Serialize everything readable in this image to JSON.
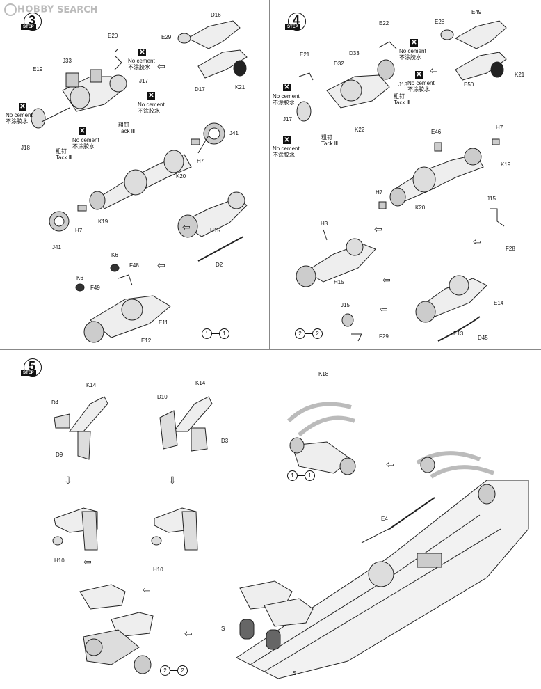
{
  "watermark": {
    "logo": "HOBBY",
    "text": "SEARCH"
  },
  "steps": {
    "s3": "3",
    "s4": "4",
    "s5": "5",
    "tag": "STEP"
  },
  "notes": {
    "no_cement": "No cement",
    "jp": "不涂胶水",
    "tack_cn": "粗钉",
    "tack": "Tack Ⅲ",
    "x": "✕"
  },
  "refs": {
    "one": "1",
    "two": "2"
  },
  "labels": {
    "E20": "E20",
    "E29": "E29",
    "D16": "D16",
    "J33": "J33",
    "E19": "E19",
    "J17": "J17",
    "D17": "D17",
    "K21": "K21",
    "J18": "J18",
    "J41": "J41",
    "H7": "H7",
    "K20": "K20",
    "K19": "K19",
    "H15": "H15",
    "D2": "D2",
    "K6": "K6",
    "F48": "F48",
    "F49": "F49",
    "E11": "E11",
    "E12": "E12",
    "E22": "E22",
    "E28": "E28",
    "E49": "E49",
    "D33": "D33",
    "E21": "E21",
    "D32": "D32",
    "E50": "E50",
    "J17b": "J17",
    "J18b": "J18",
    "K22": "K22",
    "E46": "E46",
    "H7b": "H7",
    "K19b": "K19",
    "H7c": "H7",
    "K20b": "K20",
    "J15": "J15",
    "F28": "F28",
    "H3": "H3",
    "H15b": "H15",
    "E14": "E14",
    "J15b": "J15",
    "E13": "E13",
    "D45": "D45",
    "F29": "F29",
    "K14": "K14",
    "D4": "D4",
    "D9": "D9",
    "D10": "D10",
    "K14b": "K14",
    "D3": "D3",
    "H10": "H10",
    "H10b": "H10",
    "K18": "K18",
    "E4": "E4",
    "S": "S",
    "Sb": "S"
  }
}
